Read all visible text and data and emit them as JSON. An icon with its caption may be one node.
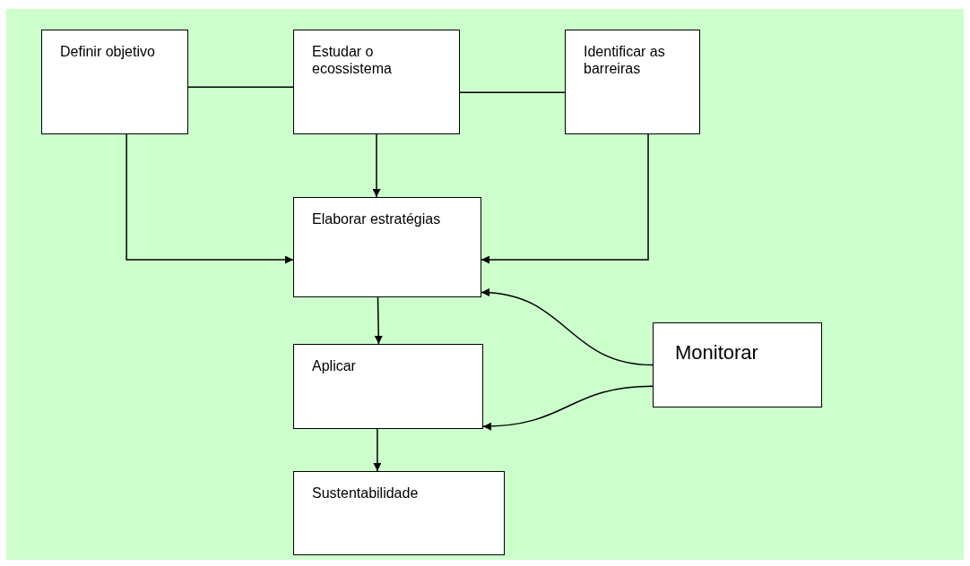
{
  "diagram": {
    "nodes": [
      {
        "text": [
          "Definir objetivo"
        ]
      },
      {
        "text": [
          "Estudar o ecossistema"
        ]
      },
      {
        "text": [
          "Identificar as barreiras"
        ]
      },
      {
        "text": [
          "Elaborar estratégias"
        ]
      },
      {
        "text": [
          "Aplicar"
        ]
      },
      {
        "text": [
          "Sustentabilidade"
        ]
      },
      {
        "text": [
          "Monitorar"
        ]
      }
    ],
    "edges": [
      {
        "from": 0,
        "to": 1,
        "arrow": "none"
      },
      {
        "from": 1,
        "to": 2,
        "arrow": "none"
      },
      {
        "from": 0,
        "to": 3,
        "arrow": "to"
      },
      {
        "from": 1,
        "to": 3,
        "arrow": "to"
      },
      {
        "from": 2,
        "to": 3,
        "arrow": "to"
      },
      {
        "from": 3,
        "to": 4,
        "arrow": "to"
      },
      {
        "from": 4,
        "to": 5,
        "arrow": "to"
      },
      {
        "from": 6,
        "to": 3,
        "arrow": "to"
      },
      {
        "from": 6,
        "to": 4,
        "arrow": "to"
      }
    ]
  }
}
